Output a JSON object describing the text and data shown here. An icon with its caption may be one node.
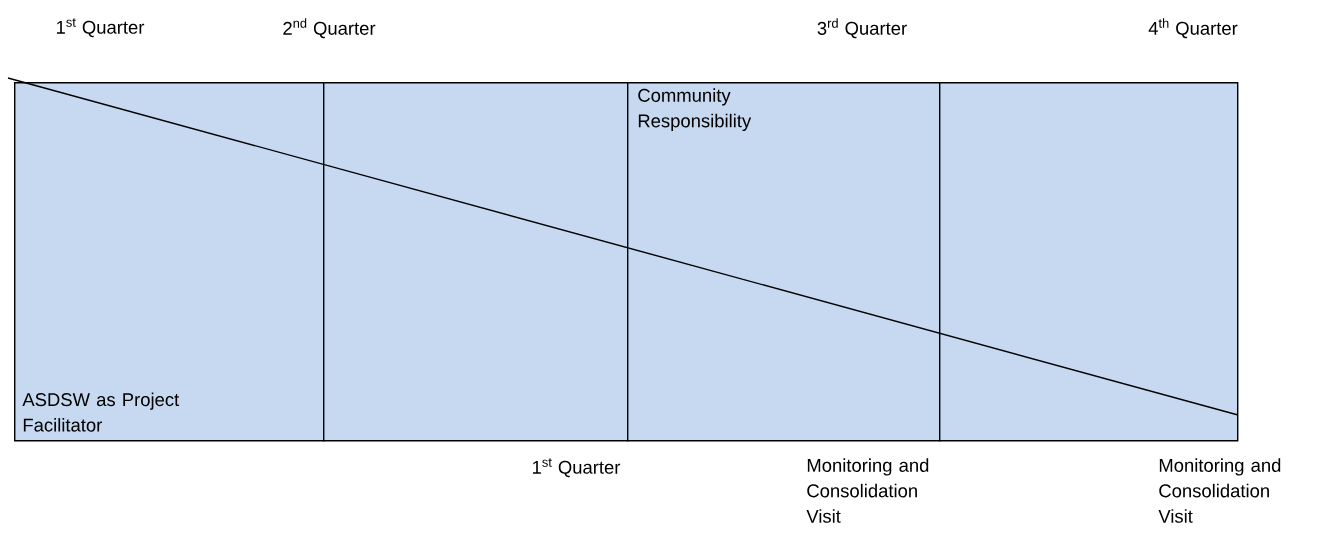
{
  "diagram": {
    "nodes": [
      {
        "text": [
          "ASDSW as Project Facilitator"
        ]
      },
      {
        "text": [],
        "shape": "box"
      },
      {
        "text": [
          "Community Responsibility"
        ]
      },
      {
        "text": [],
        "shape": "box"
      }
    ],
    "labels": [
      "1$^{st}$ Quarter",
      "2$^{nd}$ Quarter",
      "3$^{rd}$ Quarter",
      "4$^{th}$ Quarter",
      "1$^{st}$ Quarter",
      "Monitoring and Consolidation Visit",
      "Monitoring and Consolidation Visit"
    ]
  }
}
